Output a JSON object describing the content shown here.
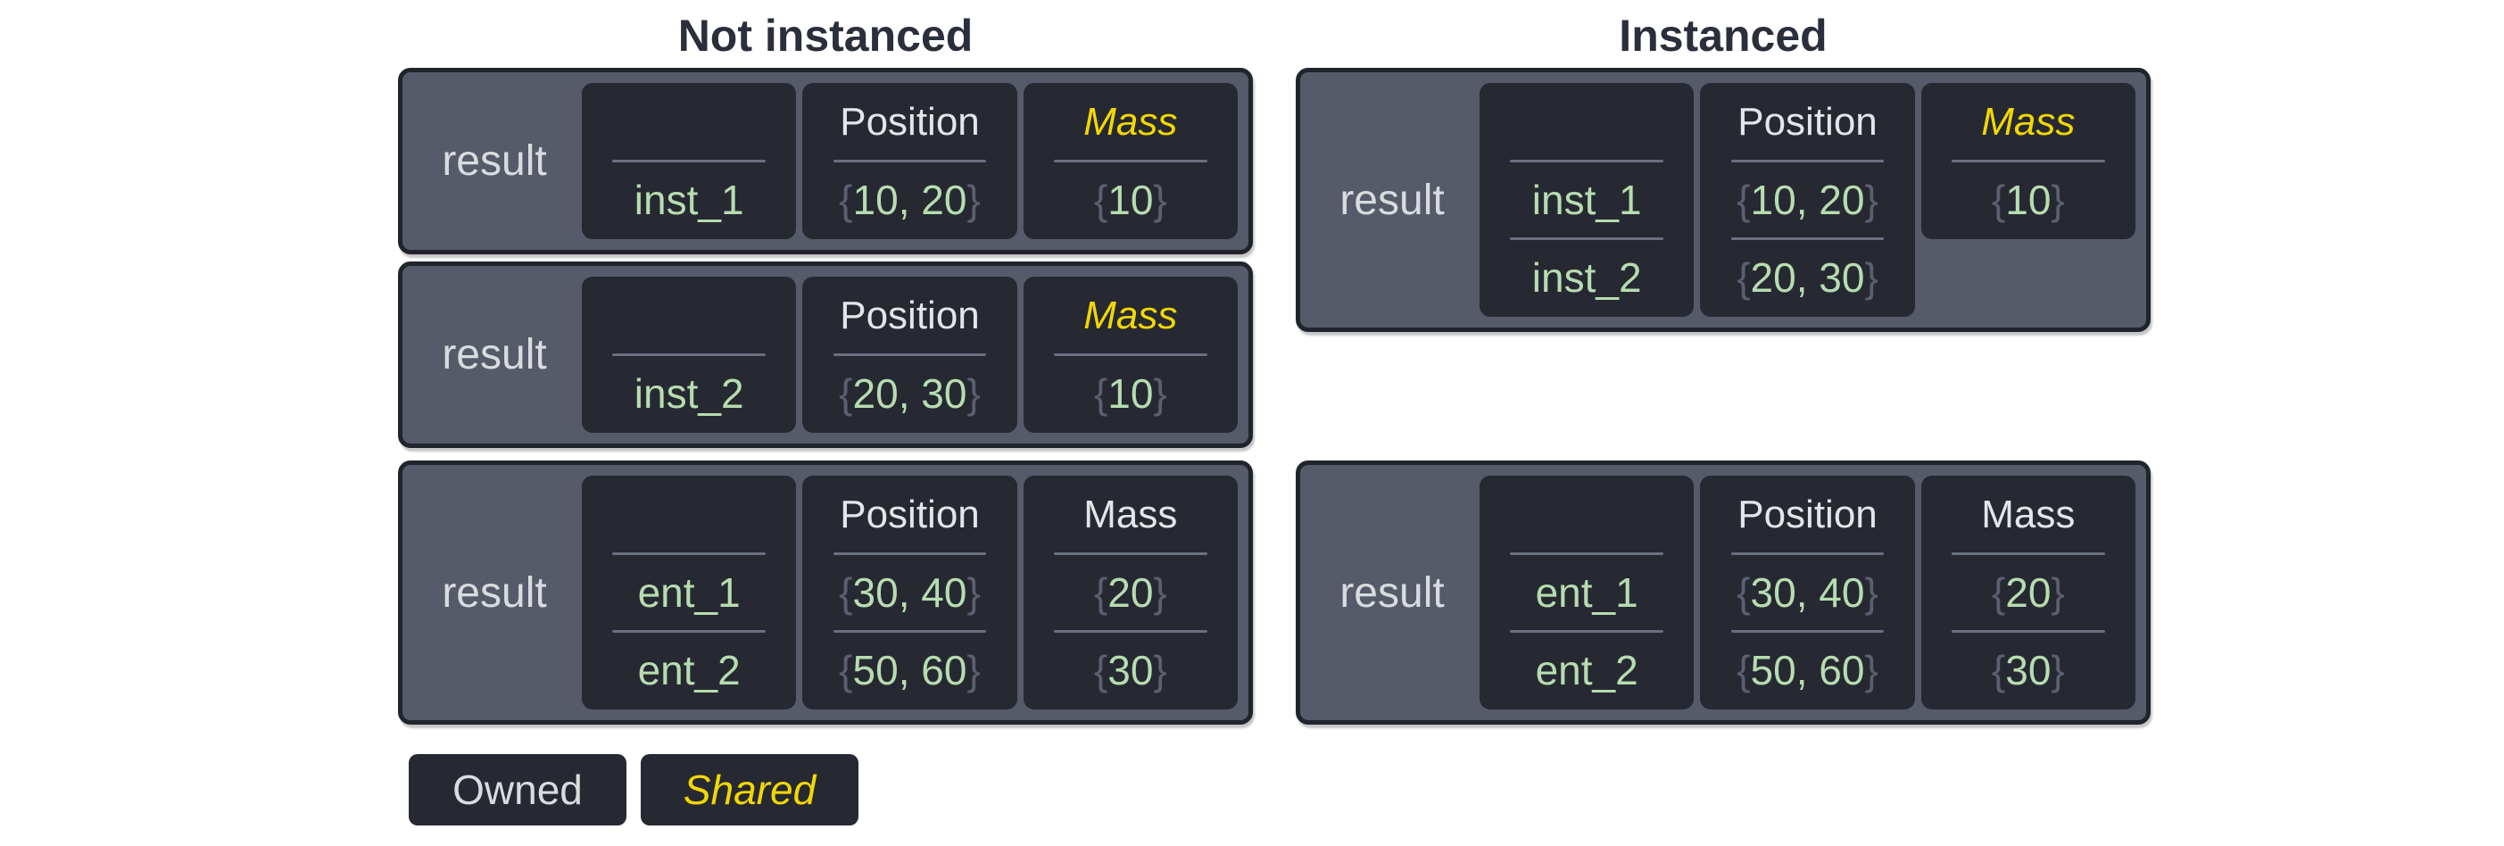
{
  "titles": {
    "left": "Not instanced",
    "right": "Instanced"
  },
  "sym": {
    "open": "{",
    "close": "}"
  },
  "legend": {
    "owned": "Owned",
    "shared": "Shared"
  },
  "theme": {
    "page-bg": "#ffffff",
    "table-fill": "#555b68",
    "table-border": "#20242d",
    "cell-bg": "#262932",
    "divider": "#6a7080",
    "text-light": "#d9dbdf",
    "text-header": "#e3e5e9",
    "green": "#b7dcb0",
    "brace": "#5a6070",
    "yellow": "#f2d704",
    "title-color": "#2a2f3c"
  },
  "tables": [
    {
      "result_label": "result",
      "entities": {
        "header": "",
        "rows": [
          "inst_1"
        ]
      },
      "position": {
        "header": "Position",
        "rows": [
          "10, 20"
        ]
      },
      "mass": {
        "header": "Mass",
        "shared": true,
        "rows": [
          "10"
        ]
      }
    },
    {
      "result_label": "result",
      "entities": {
        "header": "",
        "rows": [
          "inst_2"
        ]
      },
      "position": {
        "header": "Position",
        "rows": [
          "20, 30"
        ]
      },
      "mass": {
        "header": "Mass",
        "shared": true,
        "rows": [
          "10"
        ]
      }
    },
    {
      "result_label": "result",
      "entities": {
        "header": "",
        "rows": [
          "ent_1",
          "ent_2"
        ]
      },
      "position": {
        "header": "Position",
        "rows": [
          "30, 40",
          "50, 60"
        ]
      },
      "mass": {
        "header": "Mass",
        "shared": false,
        "rows": [
          "20",
          "30"
        ]
      }
    },
    {
      "result_label": "result",
      "entities": {
        "header": "",
        "rows": [
          "inst_1",
          "inst_2"
        ]
      },
      "position": {
        "header": "Position",
        "rows": [
          "10, 20",
          "20, 30"
        ]
      },
      "mass": {
        "header": "Mass",
        "shared": true,
        "rows": [
          "10"
        ]
      }
    },
    {
      "result_label": "result",
      "entities": {
        "header": "",
        "rows": [
          "ent_1",
          "ent_2"
        ]
      },
      "position": {
        "header": "Position",
        "rows": [
          "30, 40",
          "50, 60"
        ]
      },
      "mass": {
        "header": "Mass",
        "shared": false,
        "rows": [
          "20",
          "30"
        ]
      }
    }
  ]
}
